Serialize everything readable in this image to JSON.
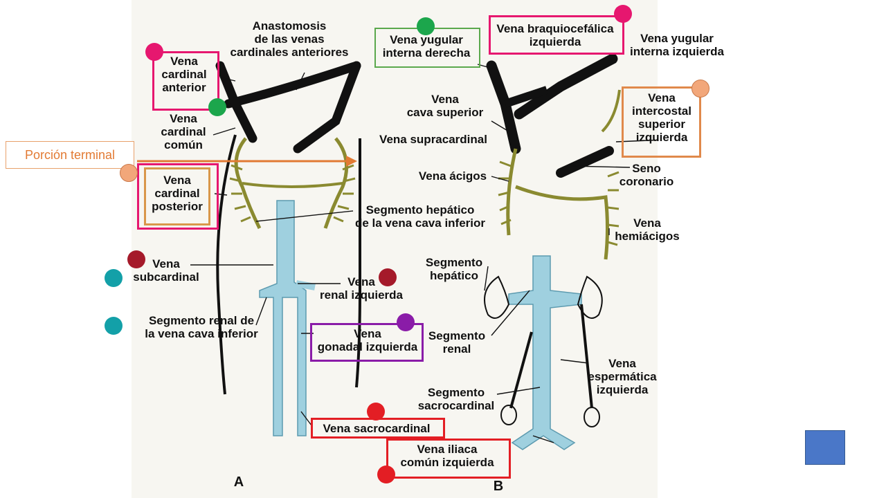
{
  "overlay": {
    "terminal_label": "Porción terminal",
    "colors": {
      "pink": "#e6176f",
      "green": "#1ca64c",
      "orange": "#f2a77a",
      "orange_border": "#e0894b",
      "darkred": "#a51a2a",
      "teal": "#13a0a8",
      "purple": "#8a1ca8",
      "red": "#e31e24",
      "blue": "#4a77c8"
    }
  },
  "diagram": {
    "panel_a": "A",
    "panel_b": "B",
    "labels": {
      "anastomosis": "Anastomosis\nde las venas\ncardinales anteriores",
      "cardinal_anterior": "Vena\ncardinal\nanterior",
      "cardinal_comun": "Vena\ncardinal\ncomún",
      "cardinal_posterior": "Vena\ncardinal\nposterior",
      "supracardinal": "Vena supracardinal",
      "segmento_hepatico_vci": "Segmento hepático\nde la vena cava inferior",
      "subcardinal": "Vena\nsubcardinal",
      "renal_izquierda": "Vena\nrenal izquierda",
      "segmento_renal_vci": "Segmento renal de\nla vena cava inferior",
      "gonadal_izquierda": "Vena\ngonadal izquierda",
      "sacrocardinal": "Vena sacrocardinal",
      "yugular_interna_derecha": "Vena yugular\ninterna derecha",
      "braquiocefalica_izquierda": "Vena braquiocefálica\nizquierda",
      "yugular_interna_izquierda": "Vena yugular\ninterna izquierda",
      "cava_superior": "Vena\ncava superior",
      "intercostal_superior_izquierda": "Vena\nintercostal\nsuperior\nizquierda",
      "acigos": "Vena ácigos",
      "seno_coronario": "Seno\ncoronario",
      "hemiacigos": "Vena\nhemiácigos",
      "segmento_hepatico": "Segmento\nhepático",
      "segmento_renal": "Segmento\nrenal",
      "espermatica_izquierda": "Vena\nespermática\nizquierda",
      "segmento_sacrocardinal": "Segmento\nsacrocardinal",
      "iliaca_comun_izquierda": "Vena iliaca\ncomún izquierda"
    }
  }
}
